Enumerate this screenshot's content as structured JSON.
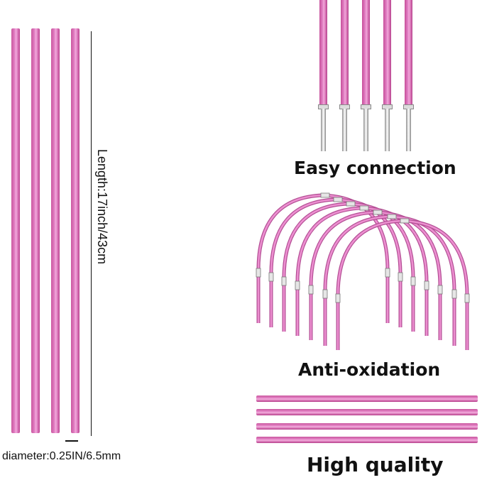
{
  "left_panel": {
    "length_label": "Length:17inch/43cm",
    "diameter_label": "diameter:0.25IN/6.5mm"
  },
  "right_panel": {
    "caption_connection": "Easy connection",
    "caption_oxidation": "Anti-oxidation",
    "caption_quality": "High quality"
  },
  "colors": {
    "rod_pink": "#e07bc0",
    "rod_dark": "#b9478f",
    "metal": "#d9d9d9",
    "text": "#111111"
  }
}
